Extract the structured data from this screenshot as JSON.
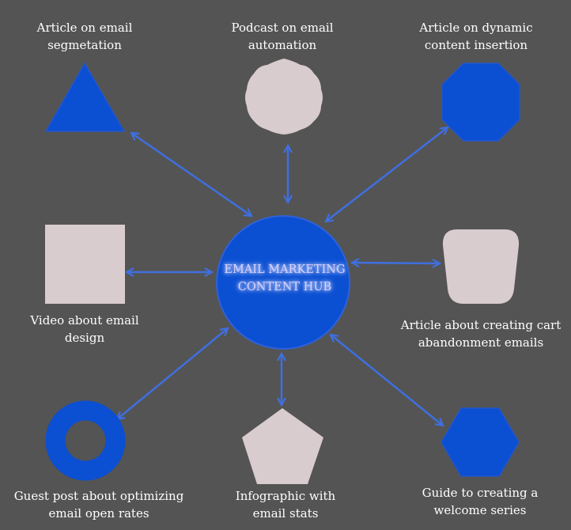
{
  "colors": {
    "background": "#545454",
    "blue": "#0b4fd3",
    "pink": "#d9ccce",
    "arrow": "#3f6fe0"
  },
  "hub": {
    "line1": "EMAIL MARKETING",
    "line2": "CONTENT HUB"
  },
  "nodes": {
    "segmentation": {
      "shape": "triangle",
      "line1": "Article on email",
      "line2": "segmetation"
    },
    "podcast": {
      "shape": "scalloped-circle",
      "line1": "Podcast on email",
      "line2": "automation"
    },
    "dynamic": {
      "shape": "octagon",
      "line1": "Article on dynamic",
      "line2": "content insertion"
    },
    "video": {
      "shape": "square",
      "line1": "Video about  email",
      "line2": "design"
    },
    "cart": {
      "shape": "rounded-trapezoid",
      "line1": "Article about creating cart",
      "line2": "abandonment emails"
    },
    "guest": {
      "shape": "ring",
      "line1": "Guest post about optimizing",
      "line2": "email open rates"
    },
    "infographic": {
      "shape": "pentagon",
      "line1": "Infographic  with",
      "line2": "email stats"
    },
    "welcome": {
      "shape": "hexagon",
      "line1": "Guide to creating a",
      "line2": "welcome series"
    }
  }
}
